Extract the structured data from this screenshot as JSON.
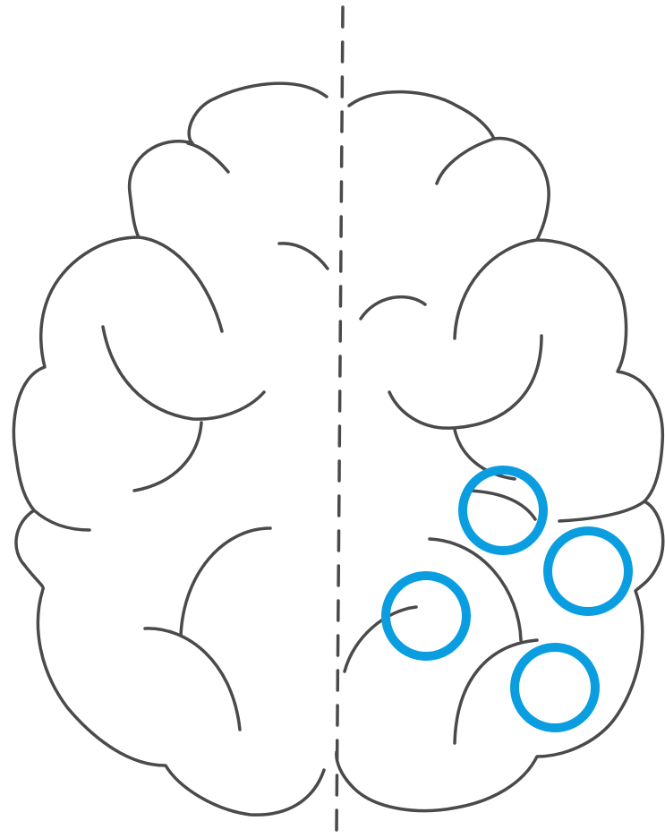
{
  "diagram": {
    "outline_color": "#4a4a4a",
    "marker_color": "#0a9ee0",
    "midline_color": "#4a4a4a",
    "marker_count": 4,
    "regions": [
      "left-hemisphere",
      "right-hemisphere"
    ],
    "marked_region": "right-hemisphere-lower"
  }
}
